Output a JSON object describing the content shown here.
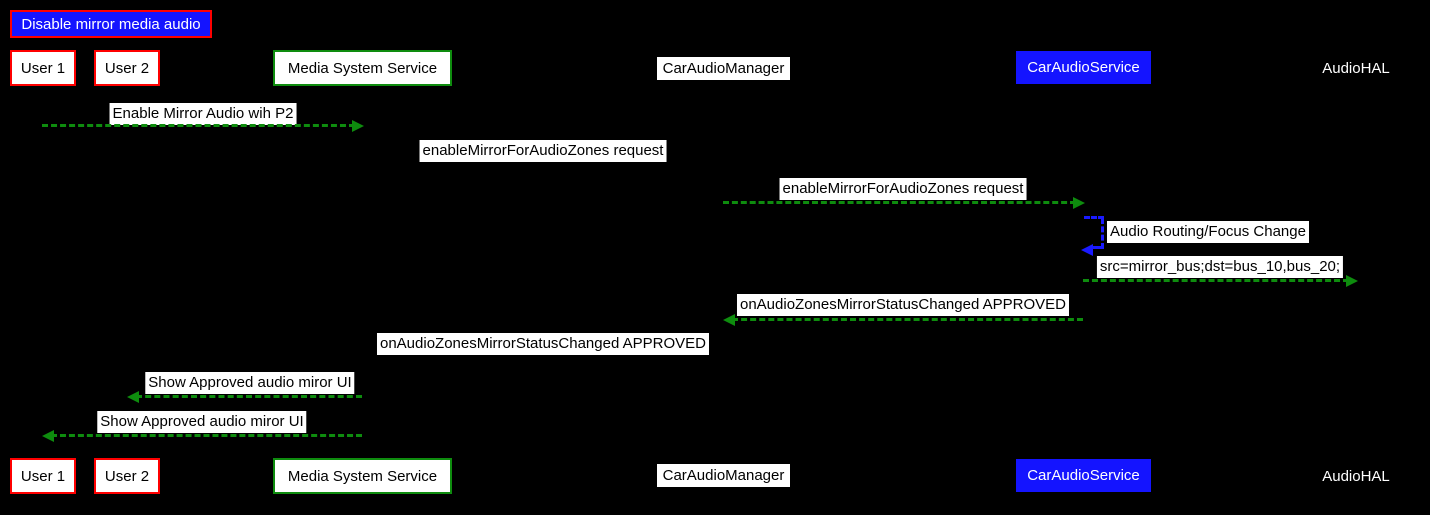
{
  "diagram": {
    "title": "Disable mirror media audio",
    "participants": [
      {
        "id": "user1",
        "label": "User 1",
        "style": "red-border"
      },
      {
        "id": "user2",
        "label": "User 2",
        "style": "red-border"
      },
      {
        "id": "mss",
        "label": "Media System Service",
        "style": "green-border"
      },
      {
        "id": "cam",
        "label": "CarAudioManager",
        "style": "white-label"
      },
      {
        "id": "cas",
        "label": "CarAudioService",
        "style": "blue-fill"
      },
      {
        "id": "hal",
        "label": "AudioHAL",
        "style": "plain-text"
      }
    ],
    "messages": [
      {
        "label": "Enable Mirror Audio wih P2",
        "from": "User 1",
        "to": "Media System Service",
        "arrow": "green-dashed-right"
      },
      {
        "label": "enableMirrorForAudioZones request",
        "from": "Media System Service",
        "to": "CarAudioManager",
        "arrow": "none-visible"
      },
      {
        "label": "enableMirrorForAudioZones request",
        "from": "CarAudioManager",
        "to": "CarAudioService",
        "arrow": "green-dashed-right"
      },
      {
        "label": "Audio Routing/Focus Change",
        "from": "CarAudioService",
        "to": "CarAudioService",
        "arrow": "blue-dashed-self"
      },
      {
        "label": "src=mirror_bus;dst=bus_10,bus_20;",
        "from": "CarAudioService",
        "to": "AudioHAL",
        "arrow": "green-dashed-right"
      },
      {
        "label": "onAudioZonesMirrorStatusChanged APPROVED",
        "from": "CarAudioService",
        "to": "CarAudioManager",
        "arrow": "green-dashed-left"
      },
      {
        "label": "onAudioZonesMirrorStatusChanged APPROVED",
        "from": "CarAudioManager",
        "to": "Media System Service",
        "arrow": "none-visible"
      },
      {
        "label": "Show Approved audio miror UI",
        "from": "Media System Service",
        "to": "User 2",
        "arrow": "green-dashed-left"
      },
      {
        "label": "Show Approved audio miror UI",
        "from": "Media System Service",
        "to": "User 1",
        "arrow": "green-dashed-left"
      }
    ],
    "colors": {
      "bg": "#000000",
      "red": "#ff0000",
      "green": "#0e8c0e",
      "blue-fill": "#1414ff",
      "blue-arrow": "#1a1aff",
      "label-bg": "#ffffff",
      "label-fg": "#000000",
      "text-light": "#ffffff"
    }
  }
}
